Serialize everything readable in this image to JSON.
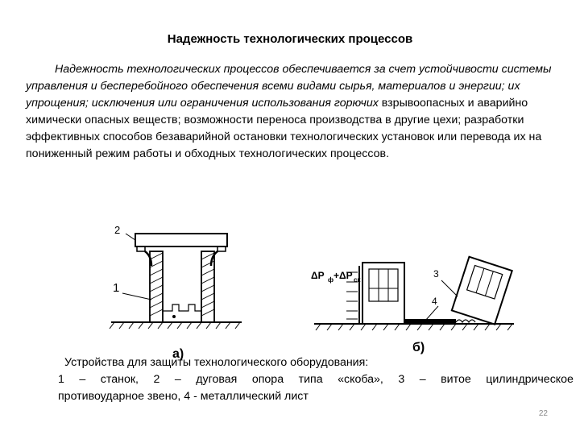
{
  "title": "Надежность технологических процессов",
  "paragraph": {
    "italic": "Надежность технологических процессов обеспечивается за счет устойчивости системы управления и бесперебойного обеспечения всеми видами сырья, материалов и энергии; их упрощения; исключения или ограничения использования горючих ",
    "regular": "взрывоопасных и аварийно химически опасных веществ; возможности переноса производства в другие цехи; разработки эффективных способов безаварийной остановки технологических установок или перевода их на пониженный режим работы и обходных технологических процессов."
  },
  "figure": {
    "a": {
      "callout_2": "2",
      "callout_1": "1",
      "sublabel": "а)"
    },
    "b": {
      "formula_left": "ΔP",
      "sub_f": "ф",
      "plus": "+ΔP",
      "sub_sk": "ск",
      "callout_3": "3",
      "callout_4": "4",
      "sublabel": "б)"
    }
  },
  "caption": {
    "line1": "Устройства для защиты технологического оборудования:",
    "line2_words": [
      "1",
      "–",
      "станок,",
      "2",
      "–",
      "дуговая",
      "опора",
      "типа",
      "«скоба»,",
      "3",
      "–",
      "витое",
      "цилиндрическое"
    ],
    "line3": "противоударное звено, 4 - металлический лист"
  },
  "page_number": "22"
}
